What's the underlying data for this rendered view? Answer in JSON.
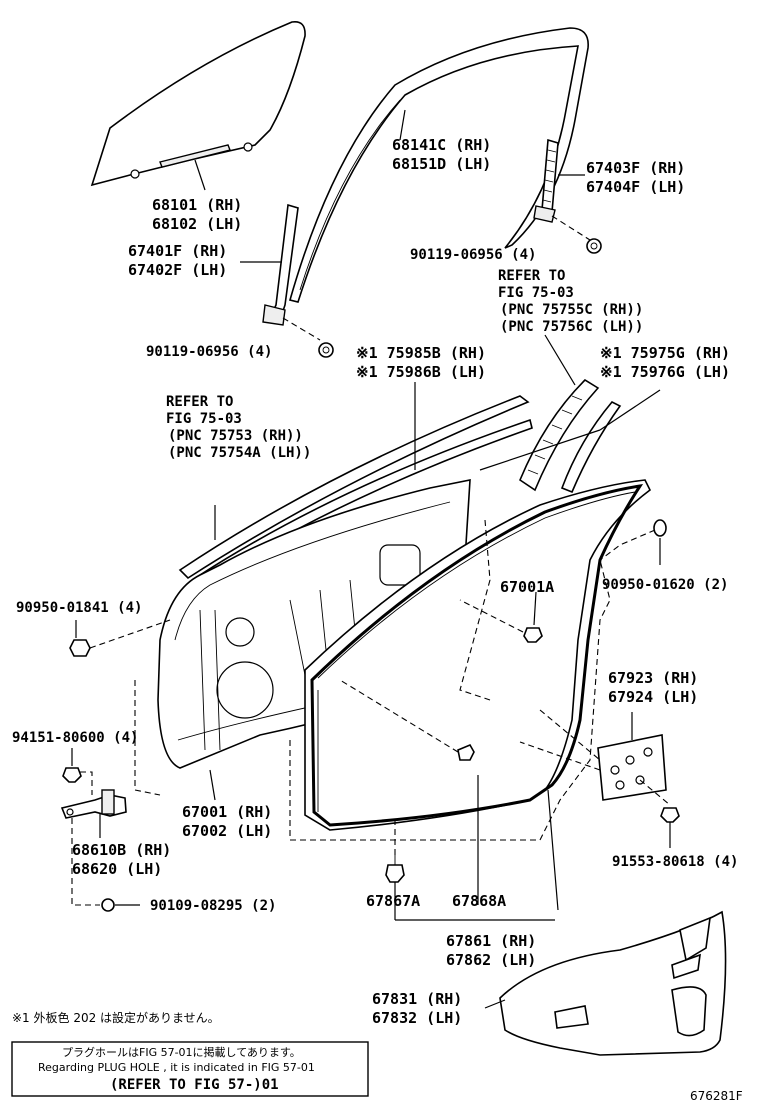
{
  "parts": {
    "glass": [
      "68101 (RH)",
      "68102 (LH)"
    ],
    "channel_front": [
      "67401F (RH)",
      "67402F (LH)"
    ],
    "run_channel": [
      "68141C (RH)",
      "68151D (LH)"
    ],
    "channel_rear": [
      "67403F (RH)",
      "67404F (LH)"
    ],
    "screw_rear": "90119-06956 (4)",
    "refer_upper": [
      "REFER TO",
      "FIG 75-03",
      "(PNC 75755C (RH))",
      "(PNC 75756C (LH))"
    ],
    "screw_front": "90119-06956 (4)",
    "molding_a": [
      "※1 75985B (RH)",
      "※1 75986B (LH)"
    ],
    "molding_b": [
      "※1 75975G (RH)",
      "※1 75976G (LH)"
    ],
    "refer_left": [
      "REFER TO",
      "FIG 75-03",
      "(PNC 75753 (RH))",
      "(PNC 75754A (LH))"
    ],
    "clip_right": "90950-01620 (2)",
    "plug_left": "90950-01841 (4)",
    "bolt_upper": "67001A",
    "bolt_hinge": "94151-80600 (4)",
    "plate": [
      "67923 (RH)",
      "67924 (LH)"
    ],
    "door_panel": [
      "67001 (RH)",
      "67002 (LH)"
    ],
    "hinge": [
      "68610B (RH)",
      "68620 (LH)"
    ],
    "bolt_plate": "91553-80618 (4)",
    "bolt_hinge_lower": "90109-08295 (2)",
    "clip_a": "67867A",
    "clip_b": "67868A",
    "weatherstrip": [
      "67861 (RH)",
      "67862 (LH)"
    ],
    "trim_board": [
      "67831 (RH)",
      "67832 (LH)"
    ]
  },
  "footnote": "※1 外板色 202 は設定がありません。",
  "box": {
    "line1": "プラグホールはFIG 57-01に掲載してあります。",
    "line2": "Regarding PLUG HOLE , it is indicated in FIG 57-01",
    "line3": "(REFER TO FIG 57-)01"
  },
  "figure_id": "676281F"
}
